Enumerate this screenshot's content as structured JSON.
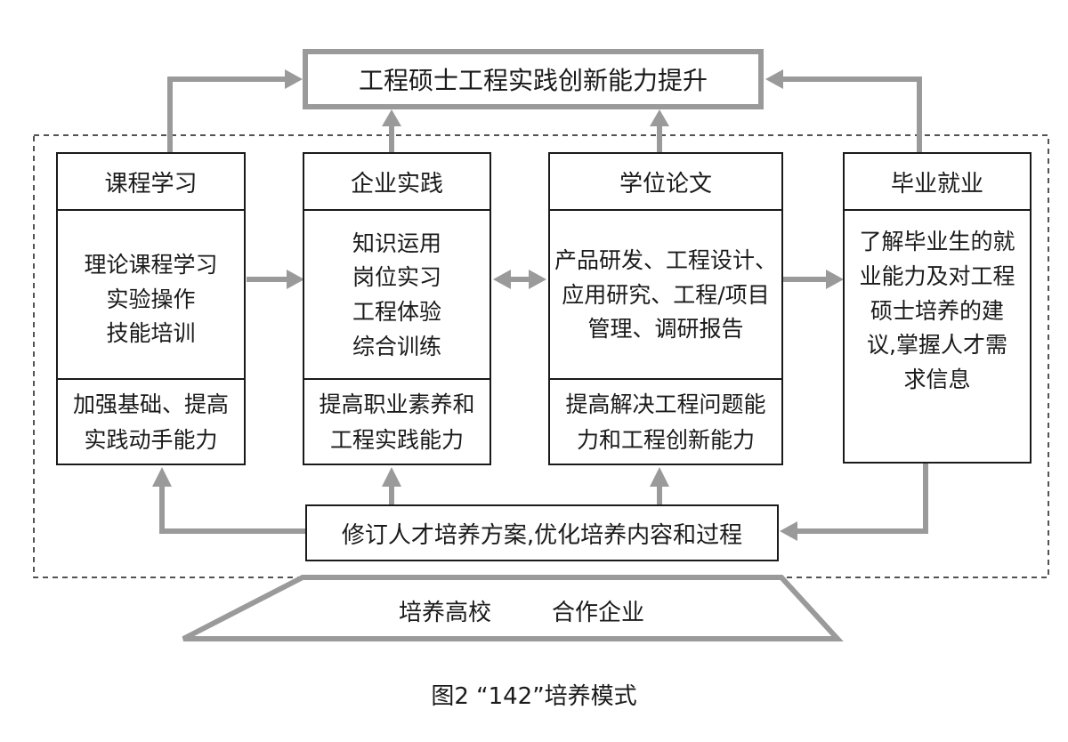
{
  "top_goal": "工程硕士工程实践创新能力提升",
  "columns": [
    {
      "title": "课程学习",
      "body": [
        "理论课程学习",
        "实验操作",
        "技能培训"
      ],
      "footer": [
        "加强基础、提高",
        "实践动手能力"
      ]
    },
    {
      "title": "企业实践",
      "body": [
        "知识运用",
        "岗位实习",
        "工程体验",
        "综合训练"
      ],
      "footer": [
        "提高职业素养和",
        "工程实践能力"
      ]
    },
    {
      "title": "学位论文",
      "body": [
        "产品研发、工程设计、",
        "应用研究、工程/项目",
        "管理、调研报告"
      ],
      "footer": [
        "提高解决工程问题能",
        "力和工程创新能力"
      ]
    },
    {
      "title": "毕业就业",
      "body": [
        "了解毕业生的就",
        "业能力及对工程",
        "硕士培养的建",
        "议,掌握人才需",
        "求信息"
      ],
      "footer": []
    }
  ],
  "feedback": "修订人才培养方案,优化培养内容和过程",
  "base": {
    "left": "培养高校",
    "right": "合作企业"
  },
  "caption": "图2 “142”培养模式",
  "colors": {
    "arrow": "#9a9a9a",
    "line": "#1a1a1a"
  }
}
